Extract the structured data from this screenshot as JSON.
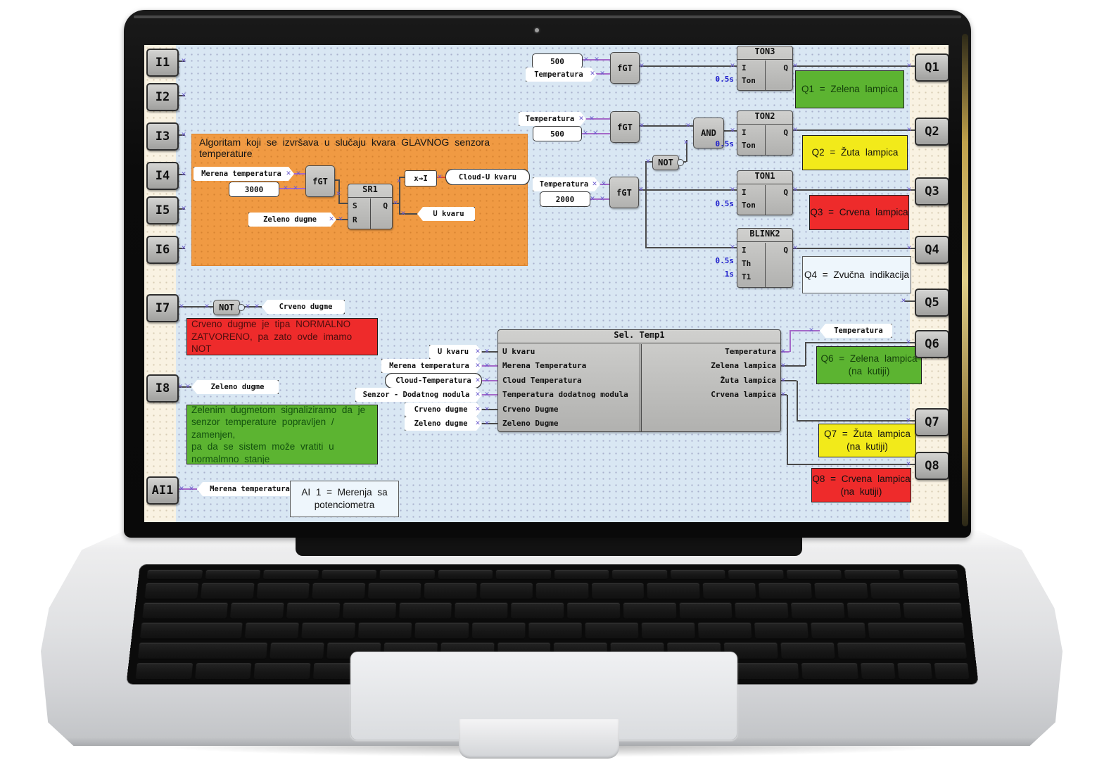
{
  "io": {
    "inputs": [
      "I1",
      "I2",
      "I3",
      "I4",
      "I5",
      "I6",
      "I7",
      "I8",
      "AI1"
    ],
    "outputs": [
      "Q1",
      "Q2",
      "Q3",
      "Q4",
      "Q5",
      "Q6",
      "Q7",
      "Q8"
    ]
  },
  "labels": {
    "fgt": "fGT",
    "and": "AND",
    "not": "NOT",
    "xtoi": "x→I"
  },
  "timers": {
    "ton3": {
      "title": "TON3",
      "i": "I",
      "ton": "Ton",
      "q": "Q",
      "time": "0.5s"
    },
    "ton2": {
      "title": "TON2",
      "i": "I",
      "ton": "Ton",
      "q": "Q",
      "time": "0.5s"
    },
    "ton1": {
      "title": "TON1",
      "i": "I",
      "ton": "Ton",
      "q": "Q",
      "time": "0.5s"
    },
    "blink2": {
      "title": "BLINK2",
      "i": "I",
      "th": "Th",
      "t1": "T1",
      "q": "Q",
      "th_time": "0.5s",
      "t1_time": "1s"
    }
  },
  "sr1": {
    "title": "SR1",
    "s": "S",
    "r": "R",
    "q": "Q"
  },
  "sel": {
    "title": "Sel. Temp1",
    "inputs": [
      "U kvaru",
      "Merena Temperatura",
      "Cloud Temperatura",
      "Temperatura dodatnog modula",
      "Crveno Dugme",
      "Zeleno Dugme"
    ],
    "outputs": [
      "Temperatura",
      "Zelena lampica",
      "Žuta lampica",
      "Crvena lampica"
    ]
  },
  "rows": {
    "r1": {
      "value": "500",
      "tag": "Temperatura"
    },
    "r2": {
      "tag": "Temperatura",
      "value": "500"
    },
    "r3": {
      "tag": "Temperatura",
      "value": "2000"
    }
  },
  "panel": {
    "title": "Algoritam koji se izvršava u slučaju kvara GLAVNOG senzora temperature",
    "tag_merena": "Merena temperatura",
    "value": "3000",
    "tag_zeleno": "Zeleno dugme",
    "tag_cloud": "Cloud-U kvaru",
    "tag_ukvaru": "U kvaru"
  },
  "i7": {
    "tag": "Crveno dugme",
    "note": [
      "Crveno dugme je tipa NORMALNO",
      "ZATVORENO, pa zato ovde imamo NOT"
    ]
  },
  "i8": {
    "tag": "Zeleno dugme",
    "note": [
      "Zelenim dugmetom signaliziramo da je",
      "senzor temperature popravljen / zamenjen,",
      "pa da se sistem može vratiti u",
      "normalmno stanje"
    ]
  },
  "sel_tags": {
    "inputs": [
      "U kvaru",
      "Merena temperatura",
      "Cloud-Temperatura",
      "Senzor - Dodatnog modula",
      "Crveno dugme",
      "Zeleno dugme"
    ],
    "out_temp": "Temperatura"
  },
  "ai1": {
    "tag": "Merena temperatura",
    "note": [
      "AI 1 = Merenja sa",
      "potenciometra"
    ]
  },
  "q_notes": {
    "q1": "Q1 = Zelena lampica",
    "q2": "Q2 = Žuta lampica",
    "q3": "Q3 = Crvena lampica",
    "q4": "Q4 = Zvučna indikacija",
    "q6": [
      "Q6 = Zelena lampica",
      "(na kutiji)"
    ],
    "q7": [
      "Q7 = Žuta lampica",
      "(na kutiji)"
    ],
    "q8": [
      "Q8 = Crvena lampica",
      "(na kutiji)"
    ]
  },
  "colors": {
    "note_green": "#5cb431",
    "note_yellow": "#f2ea1a",
    "note_red": "#ee2b2b",
    "panel_orange": "#f09a43",
    "canvas": "#d9e7f3",
    "rail": "#f9f2e2",
    "analog_wire": "#a468c8",
    "digital_wire": "#4a4a4a",
    "error_wire": "#e04828",
    "marker": "#6a5acd",
    "timer_text": "#1d1dcc"
  },
  "icons": {
    "connection_marker": "✕"
  }
}
